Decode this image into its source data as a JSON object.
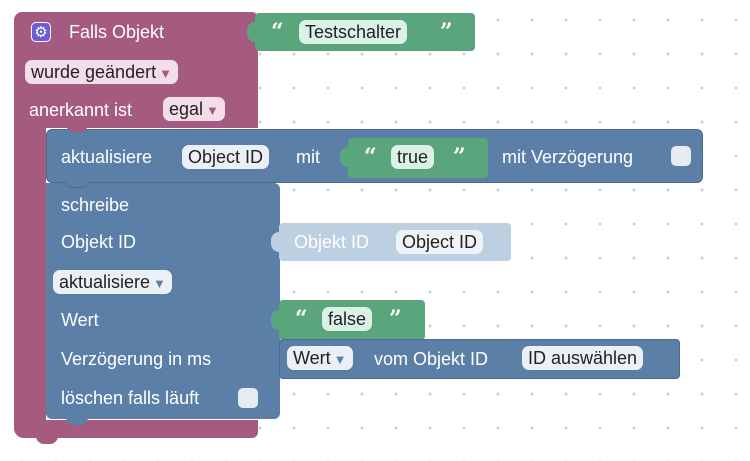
{
  "event_block": {
    "title": "Falls Objekt",
    "id_value": "Testschalter",
    "trigger_option": "wurde geändert",
    "acknowledged_label": "anerkannt ist",
    "acknowledged_value": "egal"
  },
  "update_block": {
    "prefix": "aktualisiere",
    "object_field": "Object ID",
    "mit_label": "mit",
    "value": "true",
    "delay_label": "mit Verzögerung"
  },
  "write_block": {
    "title": "schreibe",
    "object_id_label": "Objekt ID",
    "object_id_placeholder": "Objekt ID",
    "object_id_value": "Object ID",
    "mode_option": "aktualisiere",
    "value_label": "Wert",
    "value": "false",
    "delay_label": "Verzögerung in ms",
    "delay_source_option": "Wert",
    "delay_source_middle": "vom Objekt ID",
    "delay_source_select": "ID auswählen",
    "clear_label": "löschen falls läuft"
  },
  "glyphs": {
    "open_quote": "“",
    "close_quote": "”",
    "dropdown_arrow": "▼",
    "gear_icon": "⚙"
  },
  "colors": {
    "event_block": "#a55b80",
    "action_block": "#5b7fa6",
    "text_block": "#5ba57d",
    "disabled_block": "#bcd0e2"
  }
}
